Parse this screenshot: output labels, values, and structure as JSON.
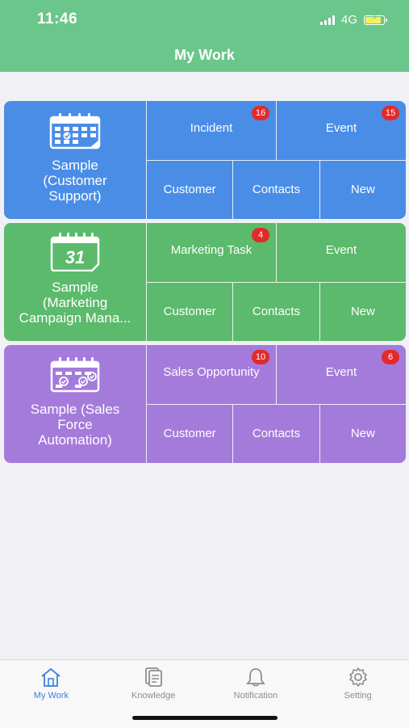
{
  "status_bar": {
    "time": "11:46",
    "network": "4G"
  },
  "header": {
    "title": "My Work"
  },
  "cards": [
    {
      "name": "Sample\n(Customer\nSupport)",
      "icon": "calendar-grid-icon",
      "color": "#4a8de6",
      "top_row": [
        {
          "label": "Incident",
          "badge": "16"
        },
        {
          "label": "Event",
          "badge": "15"
        }
      ],
      "bottom_row": [
        {
          "label": "Customer"
        },
        {
          "label": "Contacts"
        },
        {
          "label": "New"
        }
      ]
    },
    {
      "name": "Sample\n(Marketing\nCampaign Mana...",
      "icon": "calendar-31-icon",
      "color": "#5bba6b",
      "top_row": [
        {
          "label": "Marketing Task",
          "badge": "4"
        },
        {
          "label": "Event"
        }
      ],
      "bottom_row": [
        {
          "label": "Customer"
        },
        {
          "label": "Contacts"
        },
        {
          "label": "New"
        }
      ]
    },
    {
      "name": "Sample (Sales\nForce\nAutomation)",
      "icon": "calendar-check-icon",
      "color": "#a47bdb",
      "top_row": [
        {
          "label": "Sales Opportunity",
          "badge": "10"
        },
        {
          "label": "Event",
          "badge": "6"
        }
      ],
      "bottom_row": [
        {
          "label": "Customer"
        },
        {
          "label": "Contacts"
        },
        {
          "label": "New"
        }
      ]
    }
  ],
  "tabbar": {
    "active_color": "#3d7fe0",
    "items": [
      {
        "label": "My Work",
        "icon": "home-icon",
        "active": true
      },
      {
        "label": "Knowledge",
        "icon": "documents-icon",
        "active": false
      },
      {
        "label": "Notification",
        "icon": "bell-icon",
        "active": false
      },
      {
        "label": "Setting",
        "icon": "gear-icon",
        "active": false
      }
    ]
  }
}
